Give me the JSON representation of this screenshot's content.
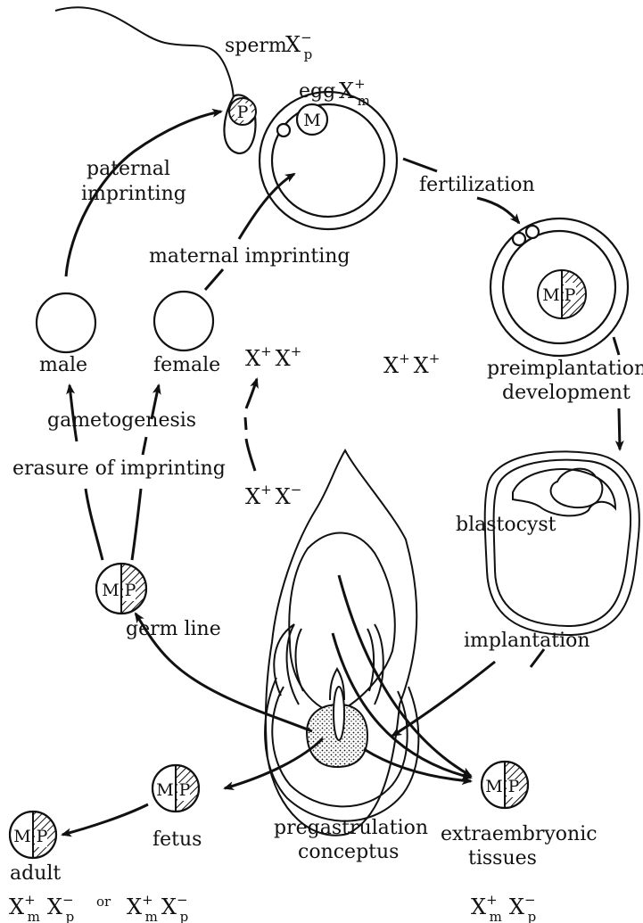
{
  "labels": {
    "sperm": "sperm",
    "egg": "egg",
    "fertilization": "fertilization",
    "preimplantation_1": "preimplantation",
    "preimplantation_2": "development",
    "blastocyst": "blastocyst",
    "implantation": "implantation",
    "paternal_imprinting_1": "paternal",
    "paternal_imprinting_2": "imprinting",
    "maternal_imprinting": "maternal imprinting",
    "male": "male",
    "female": "female",
    "gametogenesis": "gametogenesis",
    "erasure": "erasure of imprinting",
    "germ_line": "germ line",
    "pregastrulation_1": "pregastrulation",
    "pregastrulation_2": "conceptus",
    "extraembryonic_1": "extraembryonic",
    "extraembryonic_2": "tissues",
    "fetus": "fetus",
    "adult": "adult",
    "or": "or"
  },
  "cell_letters": {
    "maternal": "M",
    "paternal": "P"
  },
  "genotypes": {
    "X": "X",
    "plus": "+",
    "minus": "−",
    "sub_m": "m",
    "sub_p": "p"
  }
}
